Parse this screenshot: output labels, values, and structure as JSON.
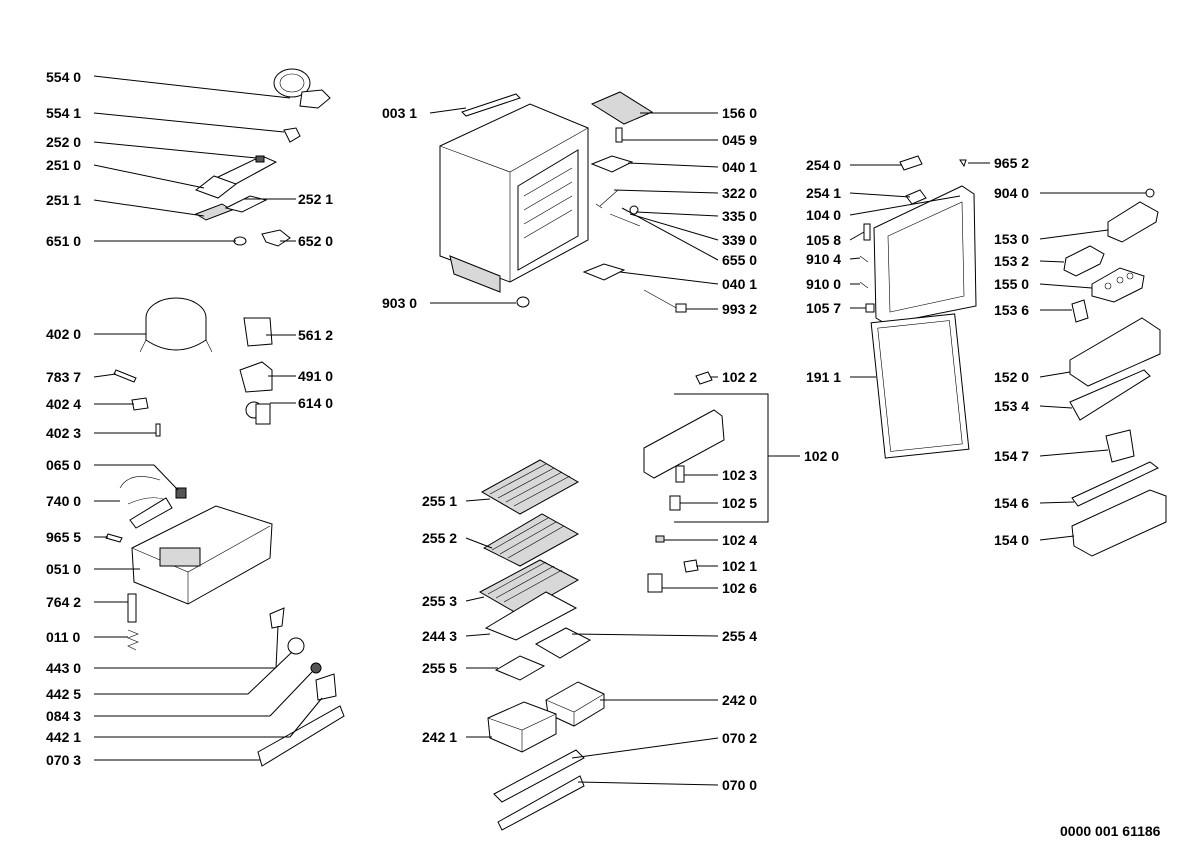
{
  "document_number": "0000 001 61186",
  "labels": {
    "p5540": "554 0",
    "p5541": "554 1",
    "p2520": "252 0",
    "p2510": "251 0",
    "p2511": "251 1",
    "p2521": "252 1",
    "p6510": "651 0",
    "p6520": "652 0",
    "p4020": "402 0",
    "p5612": "561 2",
    "p7837": "783 7",
    "p4910": "491 0",
    "p4024": "402 4",
    "p6140": "614 0",
    "p4023": "402 3",
    "p0650": "065 0",
    "p7400": "740 0",
    "p9655": "965 5",
    "p0510": "051 0",
    "p7642": "764 2",
    "p0110": "011 0",
    "p4430": "443 0",
    "p4425": "442 5",
    "p0843": "084 3",
    "p4421": "442 1",
    "p0703": "070 3",
    "p0031": "003 1",
    "p1560": "156 0",
    "p0459": "045 9",
    "p0401a": "040 1",
    "p3220": "322 0",
    "p3350": "335 0",
    "p3390": "339 0",
    "p6550": "655 0",
    "p0401b": "040 1",
    "p9030": "903 0",
    "p9932": "993 2",
    "p1022": "102 2",
    "p1020": "102 0",
    "p1023": "102 3",
    "p1025": "102 5",
    "p1024": "102 4",
    "p1021": "102 1",
    "p1026": "102 6",
    "p2551": "255 1",
    "p2552": "255 2",
    "p2553": "255 3",
    "p2443": "244 3",
    "p2554": "255 4",
    "p2555": "255 5",
    "p2420": "242 0",
    "p2421": "242 1",
    "p0702": "070 2",
    "p0700": "070 0",
    "p2540": "254 0",
    "p9652": "965 2",
    "p2541": "254 1",
    "p9040": "904 0",
    "p1040": "104 0",
    "p1058": "105 8",
    "p1530": "153 0",
    "p9104": "910 4",
    "p1532": "153 2",
    "p9100": "910 0",
    "p1550": "155 0",
    "p1057": "105 7",
    "p1536": "153 6",
    "p1911": "191 1",
    "p1520": "152 0",
    "p1534": "153 4",
    "p1547": "154 7",
    "p1546": "154 6",
    "p1540": "154 0"
  }
}
